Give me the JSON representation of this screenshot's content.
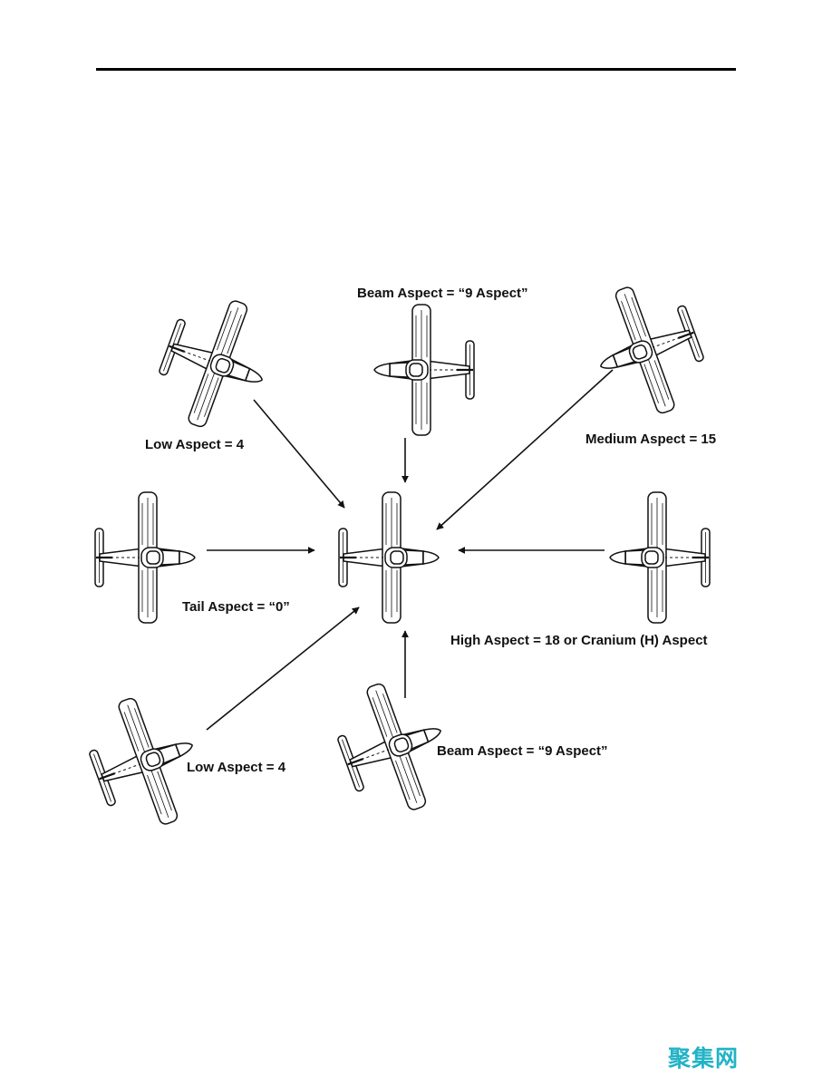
{
  "diagram": {
    "labels": {
      "beam_top": "Beam Aspect = “9 Aspect”",
      "low_top": "Low Aspect = 4",
      "medium": "Medium Aspect = 15",
      "tail": "Tail Aspect = “0”",
      "high": "High Aspect = 18 or Cranium (H) Aspect",
      "low_bottom": "Low Aspect = 4",
      "beam_bottom": "Beam Aspect = “9 Aspect”"
    }
  },
  "watermark": {
    "text": "聚集网",
    "color": "#22b3c6"
  },
  "colors": {
    "ink": "#111111",
    "paper": "#ffffff"
  }
}
